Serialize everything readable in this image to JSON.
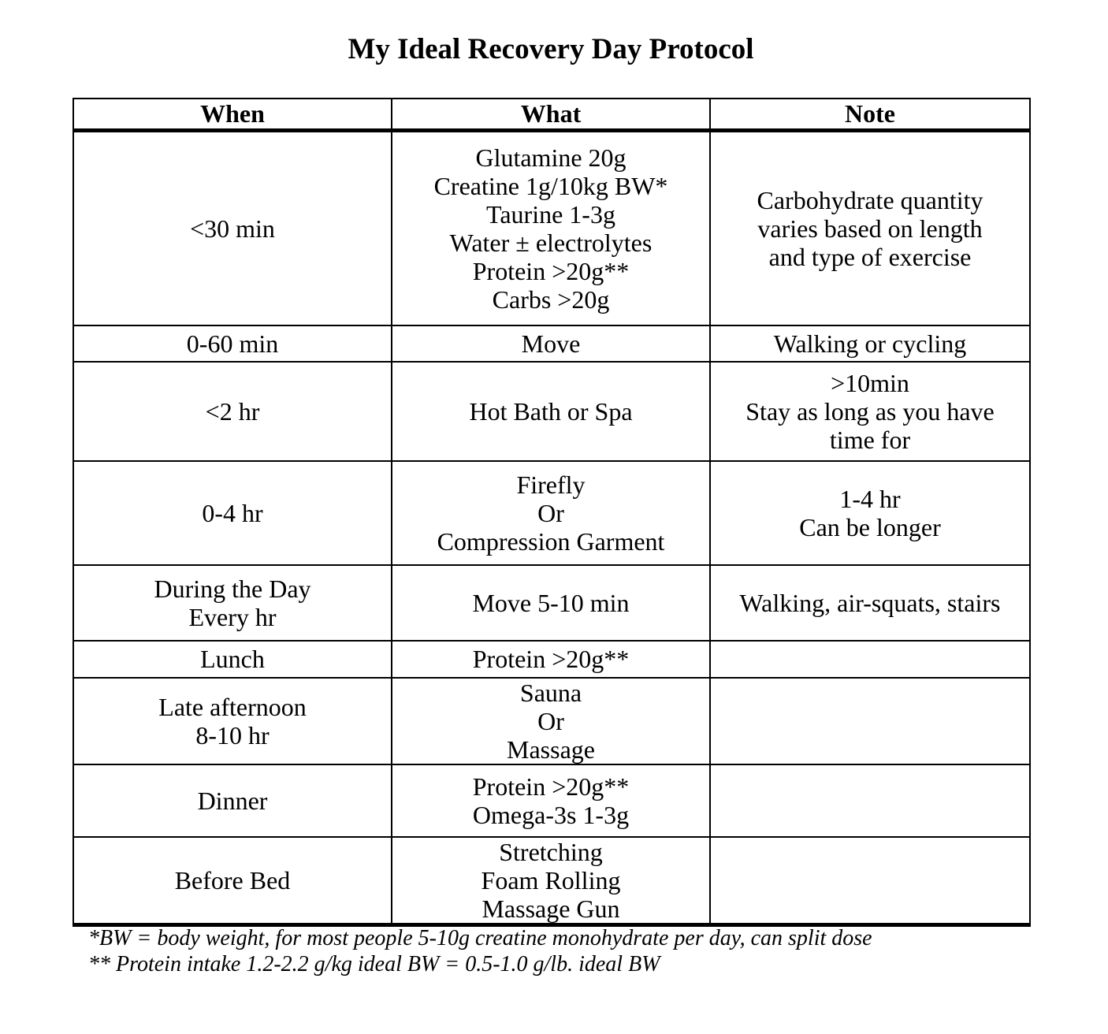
{
  "title": "My Ideal Recovery Day Protocol",
  "headers": [
    "When",
    "What",
    "Note"
  ],
  "rows": [
    {
      "when": [
        "<30 min"
      ],
      "what": [
        "Glutamine 20g",
        "Creatine 1g/10kg BW*",
        "Taurine 1-3g",
        "Water ± electrolytes",
        "Protein >20g**",
        "Carbs >20g"
      ],
      "note": [
        "Carbohydrate quantity",
        "varies based on length",
        "and type of exercise"
      ]
    },
    {
      "when": [
        "0-60 min"
      ],
      "what": [
        "Move"
      ],
      "note": [
        "Walking or cycling"
      ]
    },
    {
      "when": [
        "<2 hr"
      ],
      "what": [
        "Hot Bath or Spa"
      ],
      "note": [
        ">10min",
        "Stay as long as you have",
        "time for"
      ]
    },
    {
      "when": [
        "0-4 hr"
      ],
      "what": [
        "Firefly",
        "Or",
        "Compression Garment"
      ],
      "note": [
        "1-4 hr",
        "Can be longer"
      ]
    },
    {
      "when": [
        "During the Day",
        "Every hr"
      ],
      "what": [
        "Move 5-10 min"
      ],
      "note": [
        "Walking, air-squats, stairs"
      ]
    },
    {
      "when": [
        "Lunch"
      ],
      "what": [
        "Protein >20g**"
      ],
      "note": []
    },
    {
      "when": [
        "Late afternoon",
        "8-10 hr"
      ],
      "what": [
        "Sauna",
        "Or",
        "Massage"
      ],
      "note": []
    },
    {
      "when": [
        "Dinner"
      ],
      "what": [
        "Protein >20g**",
        "Omega-3s 1-3g"
      ],
      "note": []
    },
    {
      "when": [
        "Before Bed"
      ],
      "what": [
        "Stretching",
        "Foam Rolling",
        "Massage Gun"
      ],
      "note": []
    }
  ],
  "footnotes": [
    "*BW = body weight, for most people 5-10g creatine monohydrate per day, can split dose",
    "** Protein intake 1.2-2.2 g/kg ideal BW = 0.5-1.0 g/lb. ideal BW"
  ]
}
